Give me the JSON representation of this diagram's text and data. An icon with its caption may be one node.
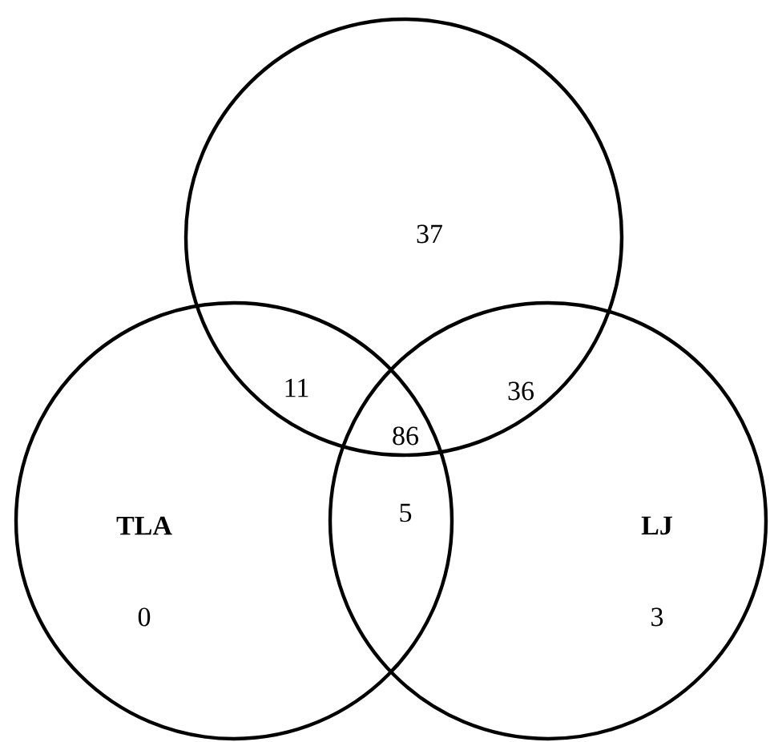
{
  "diagram": {
    "nodes": [
      {
        "text": [
          "37"
        ]
      },
      {
        "text": [
          "TLA",
          "0"
        ]
      },
      {
        "text": [
          "LJ",
          "3"
        ]
      }
    ],
    "labels": [
      "11",
      "36",
      "86",
      "5"
    ]
  }
}
